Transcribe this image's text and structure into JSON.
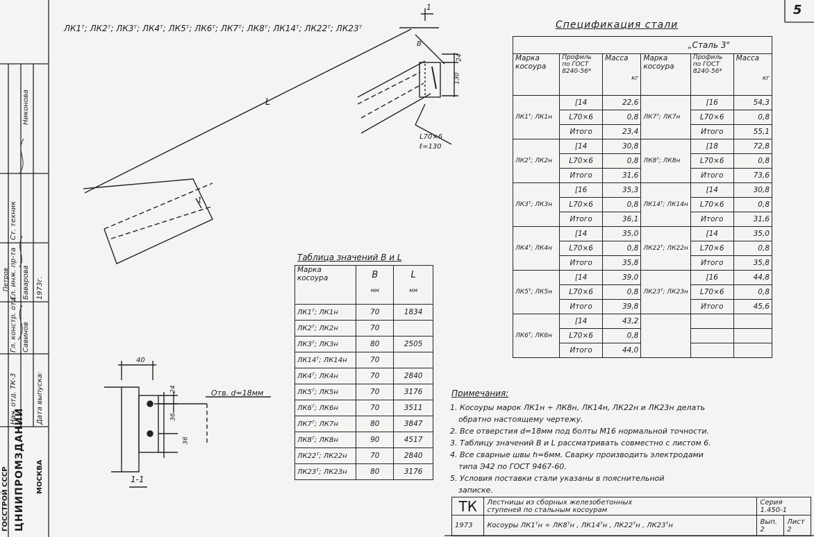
{
  "page_number": "5",
  "title_list": "ЛК1ᵀ; ЛК2ᵀ; ЛК3ᵀ; ЛК4ᵀ; ЛК5ᵀ; ЛК6ᵀ; ЛК7ᵀ; ЛК8ᵀ; ЛК14ᵀ; ЛК22ᵀ; ЛК23ᵀ",
  "drawing": {
    "dim_L": "L",
    "dim_B": "B",
    "dim_24": "24",
    "dim_130": "130",
    "angle_label": "L70×6",
    "angle_len": "ℓ=130",
    "section_mark_1": "1",
    "section_label": "1-1",
    "dim_40": "40",
    "dim_36a": "36",
    "dim_24b": "24",
    "dim_36b": "36",
    "hole_label": "Отв. d=18мм"
  },
  "spec": {
    "title": "Спецификация стали",
    "steel": "„Сталь 3\"",
    "headers": {
      "mark": "Марка косоура",
      "profile": "Профиль по ГОСТ 8240-56*",
      "mass": "Масса",
      "unit": "кг"
    },
    "left": [
      {
        "mark": "ЛК1ᵀ; ЛК1н",
        "rows": [
          [
            "[14",
            "22,6"
          ],
          [
            "L70×6",
            "0,8"
          ],
          [
            "Итого",
            "23,4"
          ]
        ]
      },
      {
        "mark": "ЛК2ᵀ; ЛК2н",
        "rows": [
          [
            "[14",
            "30,8"
          ],
          [
            "L70×6",
            "0,8"
          ],
          [
            "Итого",
            "31,6"
          ]
        ]
      },
      {
        "mark": "ЛК3ᵀ; ЛК3н",
        "rows": [
          [
            "[16",
            "35,3"
          ],
          [
            "L70×6",
            "0,8"
          ],
          [
            "Итого",
            "36,1"
          ]
        ]
      },
      {
        "mark": "ЛК4ᵀ; ЛК4н",
        "rows": [
          [
            "[14",
            "35,0"
          ],
          [
            "L70×6",
            "0,8"
          ],
          [
            "Итого",
            "35,8"
          ]
        ]
      },
      {
        "mark": "ЛК5ᵀ; ЛК5н",
        "rows": [
          [
            "[14",
            "39,0"
          ],
          [
            "L70×6",
            "0,8"
          ],
          [
            "Итого",
            "39,8"
          ]
        ]
      },
      {
        "mark": "ЛК6ᵀ; ЛК6н",
        "rows": [
          [
            "[14",
            "43,2"
          ],
          [
            "L70×6",
            "0,8"
          ],
          [
            "Итого",
            "44,0"
          ]
        ]
      }
    ],
    "right": [
      {
        "mark": "ЛК7ᵀ; ЛК7н",
        "rows": [
          [
            "[16",
            "54,3"
          ],
          [
            "L70×6",
            "0,8"
          ],
          [
            "Итого",
            "55,1"
          ]
        ]
      },
      {
        "mark": "ЛК8ᵀ; ЛК8н",
        "rows": [
          [
            "[18",
            "72,8"
          ],
          [
            "L70×6",
            "0,8"
          ],
          [
            "Итого",
            "73,6"
          ]
        ]
      },
      {
        "mark": "ЛК14ᵀ; ЛК14н",
        "rows": [
          [
            "[14",
            "30,8"
          ],
          [
            "L70×6",
            "0,8"
          ],
          [
            "Итого",
            "31,6"
          ]
        ]
      },
      {
        "mark": "ЛК22ᵀ; ЛК22н",
        "rows": [
          [
            "[14",
            "35,0"
          ],
          [
            "L70×6",
            "0,8"
          ],
          [
            "Итого",
            "35,8"
          ]
        ]
      },
      {
        "mark": "ЛК23ᵀ; ЛК23н",
        "rows": [
          [
            "[16",
            "44,8"
          ],
          [
            "L70×6",
            "0,8"
          ],
          [
            "Итого",
            "45,6"
          ]
        ]
      }
    ]
  },
  "values": {
    "title": "Таблица значений  B и L",
    "headers": {
      "mark": "Марка косоура",
      "b": "B",
      "l": "L",
      "unit": "мм"
    },
    "rows": [
      {
        "mark": "ЛК1ᵀ; ЛК1н",
        "b": "70",
        "l": "1834"
      },
      {
        "mark": "ЛК2ᵀ; ЛК2н",
        "b": "70",
        "l": ""
      },
      {
        "mark": "ЛК3ᵀ; ЛК3н",
        "b": "80",
        "l": "2505"
      },
      {
        "mark": "ЛК14ᵀ; ЛК14н",
        "b": "70",
        "l": ""
      },
      {
        "mark": "ЛК4ᵀ; ЛК4н",
        "b": "70",
        "l": "2840"
      },
      {
        "mark": "ЛК5ᵀ; ЛК5н",
        "b": "70",
        "l": "3176"
      },
      {
        "mark": "ЛК6ᵀ; ЛК6н",
        "b": "70",
        "l": "3511"
      },
      {
        "mark": "ЛК7ᵀ; ЛК7н",
        "b": "80",
        "l": "3847"
      },
      {
        "mark": "ЛК8ᵀ; ЛК8н",
        "b": "90",
        "l": "4517"
      },
      {
        "mark": "ЛК22ᵀ; ЛК22н",
        "b": "70",
        "l": "2840"
      },
      {
        "mark": "ЛК23ᵀ; ЛК23н",
        "b": "80",
        "l": "3176"
      }
    ]
  },
  "notes": {
    "title": "Примечания:",
    "items": [
      "1. Косоуры марок ЛК1н ÷ ЛК8н, ЛК14н, ЛК22н и ЛК23н делать",
      "обратно настоящему чертежу.",
      "2. Все отверстия d=18мм под болты М16 нормальной точности.",
      "3. Таблицу значений  B и L рассматривать совместно с листом 6.",
      "4. Все сварные швы h=6мм. Сварку производить электродами",
      "типа Э42 по ГОСТ 9467-60.",
      "5. Условия поставки стали указаны в пояснительной",
      "записке."
    ]
  },
  "titleblock": {
    "tk": "ТК",
    "desc1": "Лестницы из сборных железобетонных",
    "desc2": "ступеней по стальным косоурам",
    "year": "1973",
    "name": "Косоуры  ЛК1ᵀн ÷ ЛК8ᵀн , ЛК14ᵀн , ЛК22ᵀн , ЛК23ᵀн",
    "series_label": "Серия",
    "series": "1.450-1",
    "vyp_label": "Вып.",
    "vyp": "2",
    "list_label": "Лист",
    "list": "2"
  },
  "stamp": {
    "org1": "ГОССТРОЙ СССР",
    "org2": "ЦНИИПРОМЗДАНИЙ",
    "city": "МОСКВА",
    "roles": [
      "Нач. отд. ТК-3",
      "Гл. констр. отд.",
      "Гл. инж. пр-та",
      "Ст. техник",
      "Дата выпуска:"
    ],
    "names": [
      "",
      "Савинов",
      "Баварова",
      "Никонова",
      ""
    ],
    "extra": [
      "Петров",
      "1973г."
    ]
  }
}
